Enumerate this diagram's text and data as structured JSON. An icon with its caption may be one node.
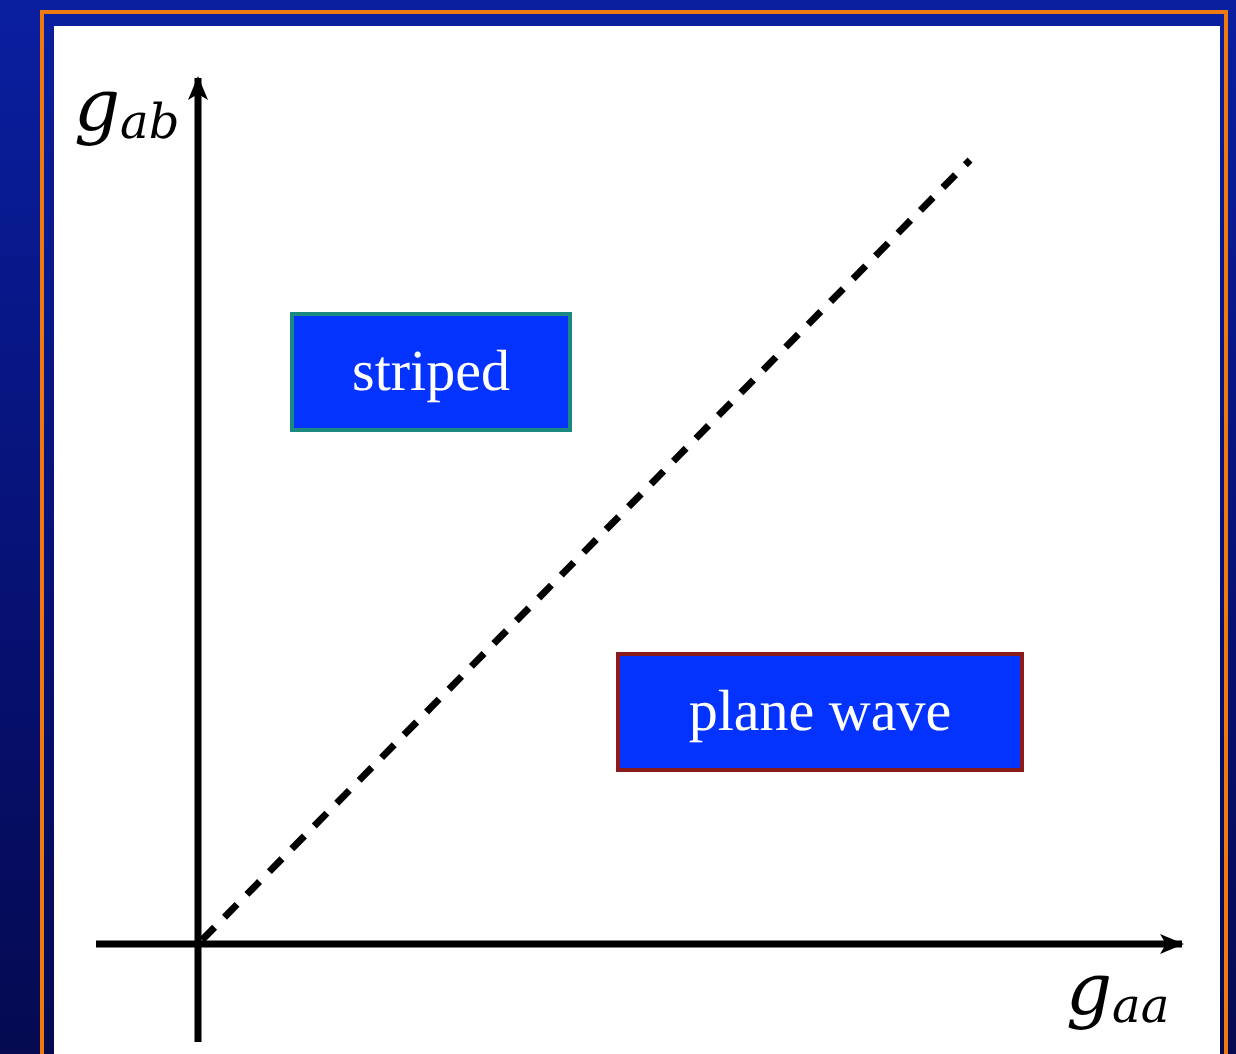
{
  "diagram": {
    "nodes": [
      {
        "text": [
          "striped"
        ]
      },
      {
        "text": [
          "plane wave"
        ]
      }
    ],
    "edges": [],
    "labels": [
      "g$_{ab}$",
      "g$_{aa}$"
    ]
  }
}
